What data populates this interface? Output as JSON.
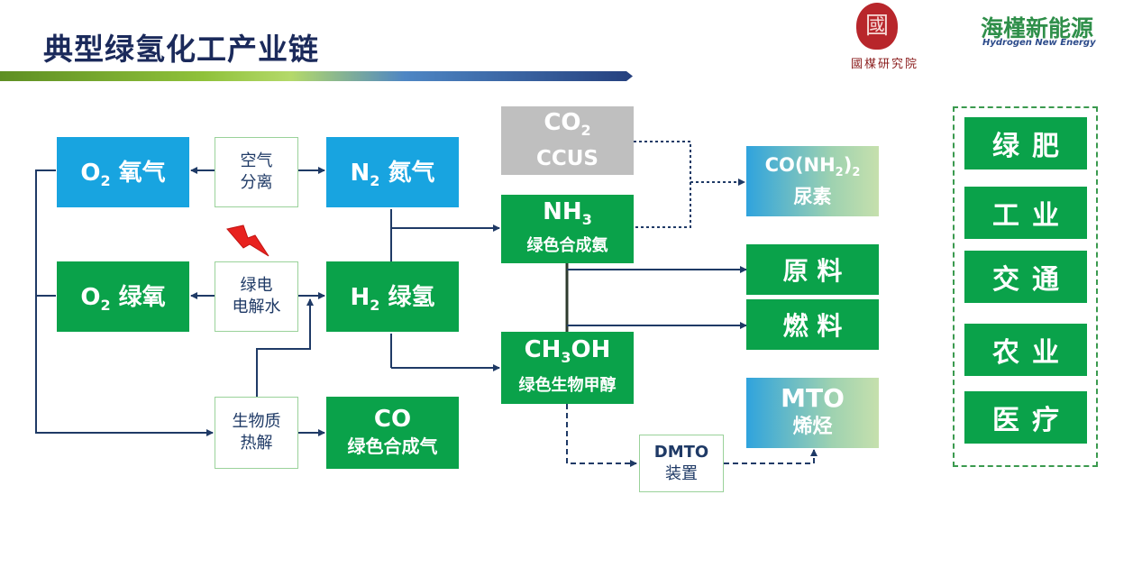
{
  "header": {
    "title": "典型绿氢化工产业链",
    "seal_char": "國",
    "seal_caption": "國楳研究院",
    "brand_cn": "海槿新能源",
    "brand_en": "Hydrogen New Energy"
  },
  "nodes": {
    "o2_oxygen": {
      "formula": "O",
      "sub": "2",
      "name": "氧气"
    },
    "air_separation": {
      "line1": "空气",
      "line2": "分离"
    },
    "n2_nitrogen": {
      "formula": "N",
      "sub": "2",
      "name": "氮气"
    },
    "co2_ccus": {
      "formula": "CO",
      "sub": "2",
      "line2": "CCUS"
    },
    "urea": {
      "line1a": "CO(NH",
      "sub": "2",
      "line1b": ")",
      "sub2": "2",
      "line2": "尿素"
    },
    "o2_green": {
      "formula": "O",
      "sub": "2",
      "name": "绿氧"
    },
    "electrolysis": {
      "line1": "绿电",
      "line2": "电解水"
    },
    "h2_green": {
      "formula": "H",
      "sub": "2",
      "name": "绿氢"
    },
    "nh3": {
      "formula": "NH",
      "sub": "3",
      "line2": "绿色合成氨"
    },
    "raw_material": {
      "label": "原 料"
    },
    "fuel": {
      "label": "燃 料"
    },
    "methanol": {
      "formula_a": "CH",
      "sub": "3",
      "formula_b": "OH",
      "line2": "绿色生物甲醇"
    },
    "biomass": {
      "line1": "生物质",
      "line2": "热解"
    },
    "co_syngas": {
      "line1": "CO",
      "line2": "绿色合成气"
    },
    "dmto": {
      "line1": "DMTO",
      "line2": "装置"
    },
    "mto": {
      "line1": "MTO",
      "line2": "烯烃"
    }
  },
  "uses": [
    "绿肥",
    "工业",
    "交通",
    "农业",
    "医疗"
  ],
  "colors": {
    "green": "#0aa24a",
    "blue": "#18a4e0",
    "gray": "#bfbfbf",
    "arrow": "#1f3a66",
    "title": "#1b2a5b"
  },
  "icons": {
    "electricity": "lightning-bolt-icon"
  }
}
